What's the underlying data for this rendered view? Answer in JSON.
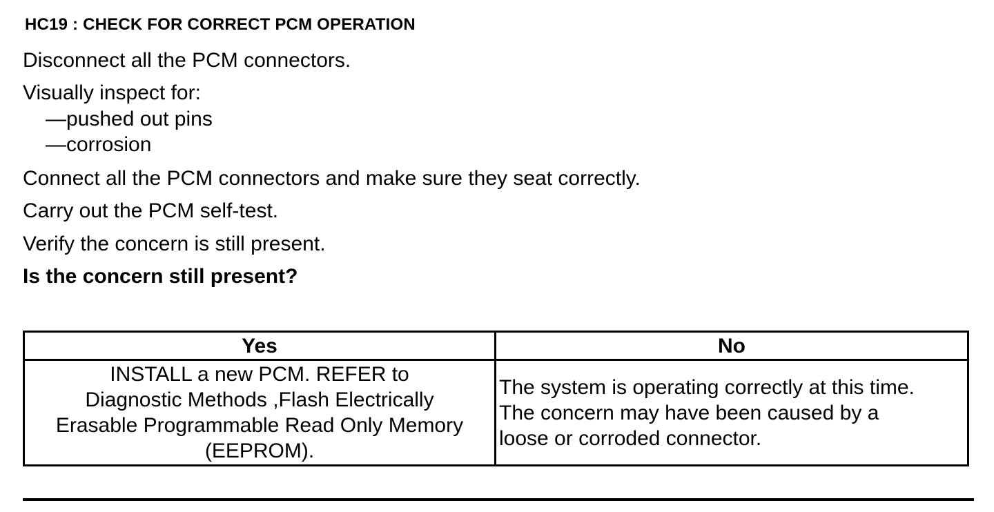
{
  "step": {
    "title": "HC19 : CHECK FOR CORRECT PCM OPERATION"
  },
  "instructions": {
    "disconnect": "Disconnect all the PCM connectors.",
    "inspect_intro": "Visually inspect for:",
    "inspect_items": [
      "—pushed out pins",
      "—corrosion"
    ],
    "connect": "Connect all the PCM connectors and make sure they seat correctly.",
    "self_test": "Carry out the PCM self-test.",
    "verify": "Verify the concern is still present.",
    "question": "Is the concern still present?"
  },
  "result_table": {
    "headers": {
      "yes": "Yes",
      "no": "No"
    },
    "yes_text": {
      "line1": "INSTALL a new PCM. REFER to",
      "line2": "Diagnostic Methods ,Flash Electrically",
      "line3": "Erasable Programmable Read Only Memory",
      "line4": "(EEPROM)."
    },
    "no_text": {
      "line1": "The system is operating correctly at this time.",
      "line2": "The concern may have been caused by a",
      "line3": "loose or corroded connector."
    }
  }
}
